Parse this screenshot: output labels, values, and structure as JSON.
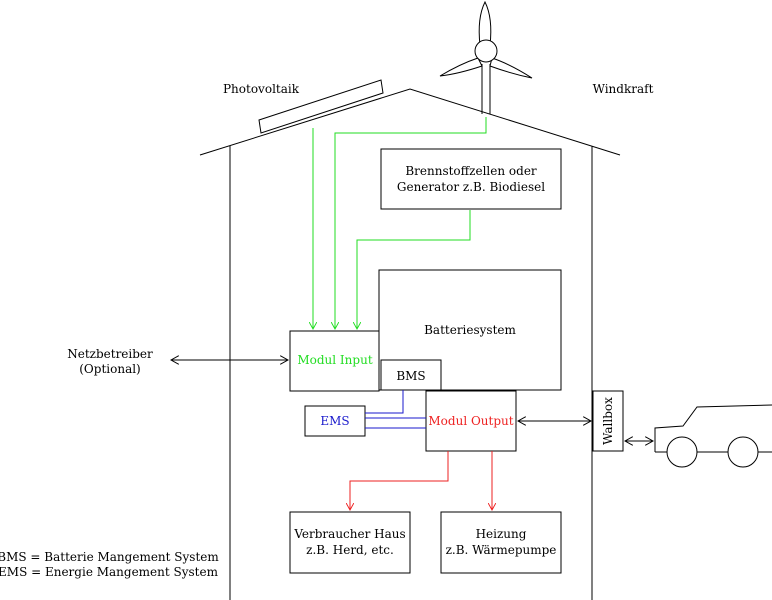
{
  "labels": {
    "photovoltaik": "Photovoltaik",
    "windkraft": "Windkraft",
    "brennstoff_line1": "Brennstoffzellen oder",
    "brennstoff_line2": "Generator z.B. Biodiesel",
    "batteriesystem": "Batteriesystem",
    "modul_input": "Modul Input",
    "bms": "BMS",
    "ems": "EMS",
    "modul_output": "Modul Output",
    "netzbetreiber_line1": "Netzbetreiber",
    "netzbetreiber_line2": "(Optional)",
    "wallbox": "Wallbox",
    "verbraucher_line1": "Verbraucher Haus",
    "verbraucher_line2": "z.B. Herd, etc.",
    "heizung_line1": "Heizung",
    "heizung_line2": "z.B. Wärmepumpe"
  },
  "legend": {
    "bms_def": "BMS = Batterie Mangement System",
    "ems_def": "EMS = Energie Mangement System"
  },
  "colors": {
    "generation_lines": "#22dd22",
    "control_lines": "#1a1acc",
    "output_lines": "#ee2222",
    "outline": "#000000"
  }
}
